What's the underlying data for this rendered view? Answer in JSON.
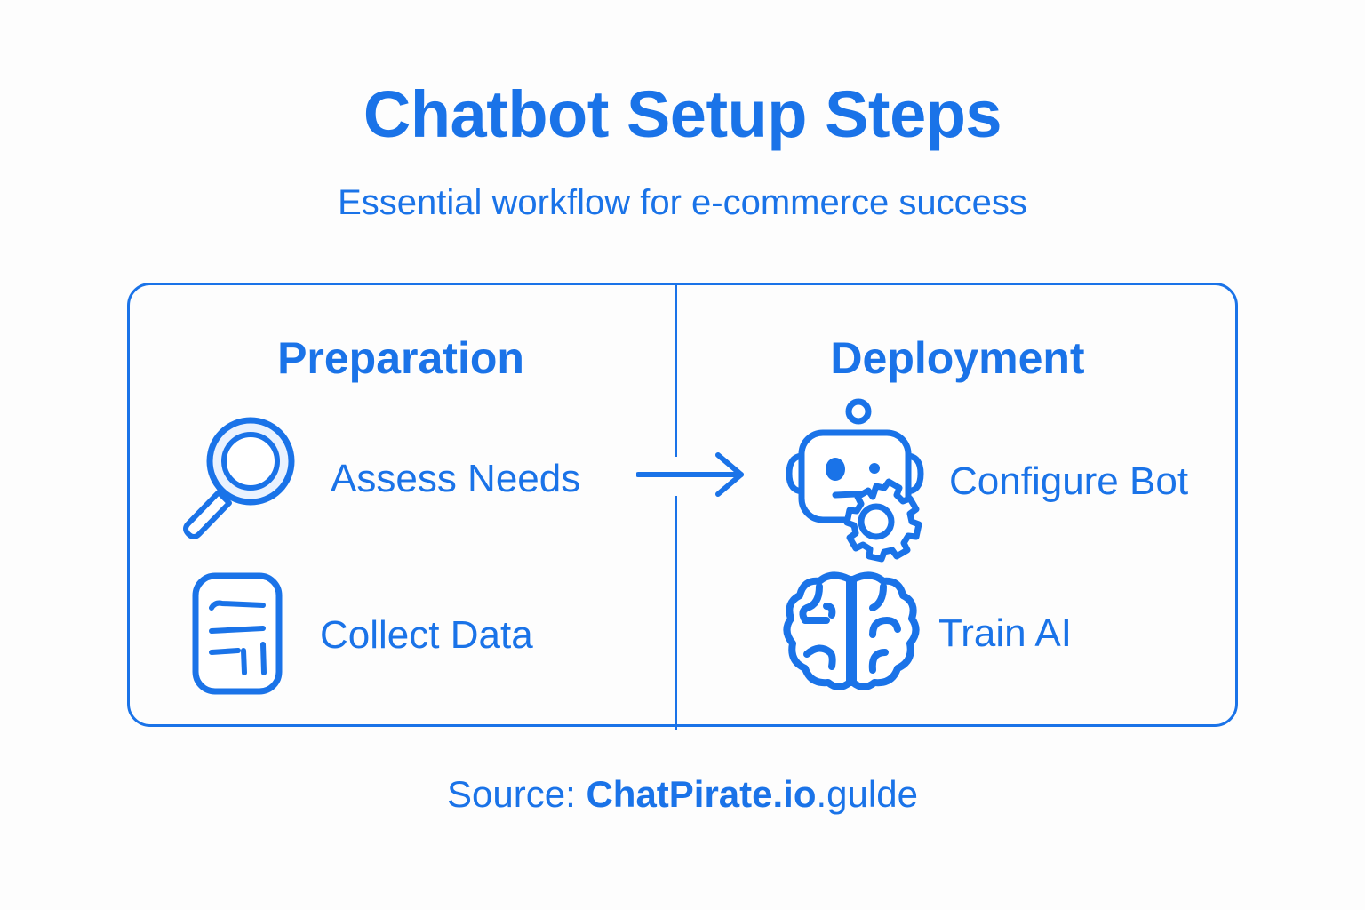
{
  "header": {
    "title": "Chatbot Setup Steps",
    "subtitle": "Essential workflow for e-commerce success"
  },
  "card": {
    "columns": [
      {
        "heading": "Preparation",
        "items": [
          {
            "label": "Assess Needs",
            "icon": "magnifying-glass-icon"
          },
          {
            "label": "Collect Data",
            "icon": "document-report-icon"
          }
        ]
      },
      {
        "heading": "Deployment",
        "items": [
          {
            "label": "Configure Bot",
            "icon": "robot-gear-icon"
          },
          {
            "label": "Train AI",
            "icon": "brain-icon"
          }
        ]
      }
    ],
    "flow_arrow": "arrow-right-icon"
  },
  "source": {
    "prefix": "Source: ",
    "brand": "ChatPirate.io",
    "suffix": ".gulde"
  },
  "colors": {
    "accent": "#1a73e8",
    "accent_soft": "#e8f0fe",
    "background": "#fdfdfd"
  }
}
